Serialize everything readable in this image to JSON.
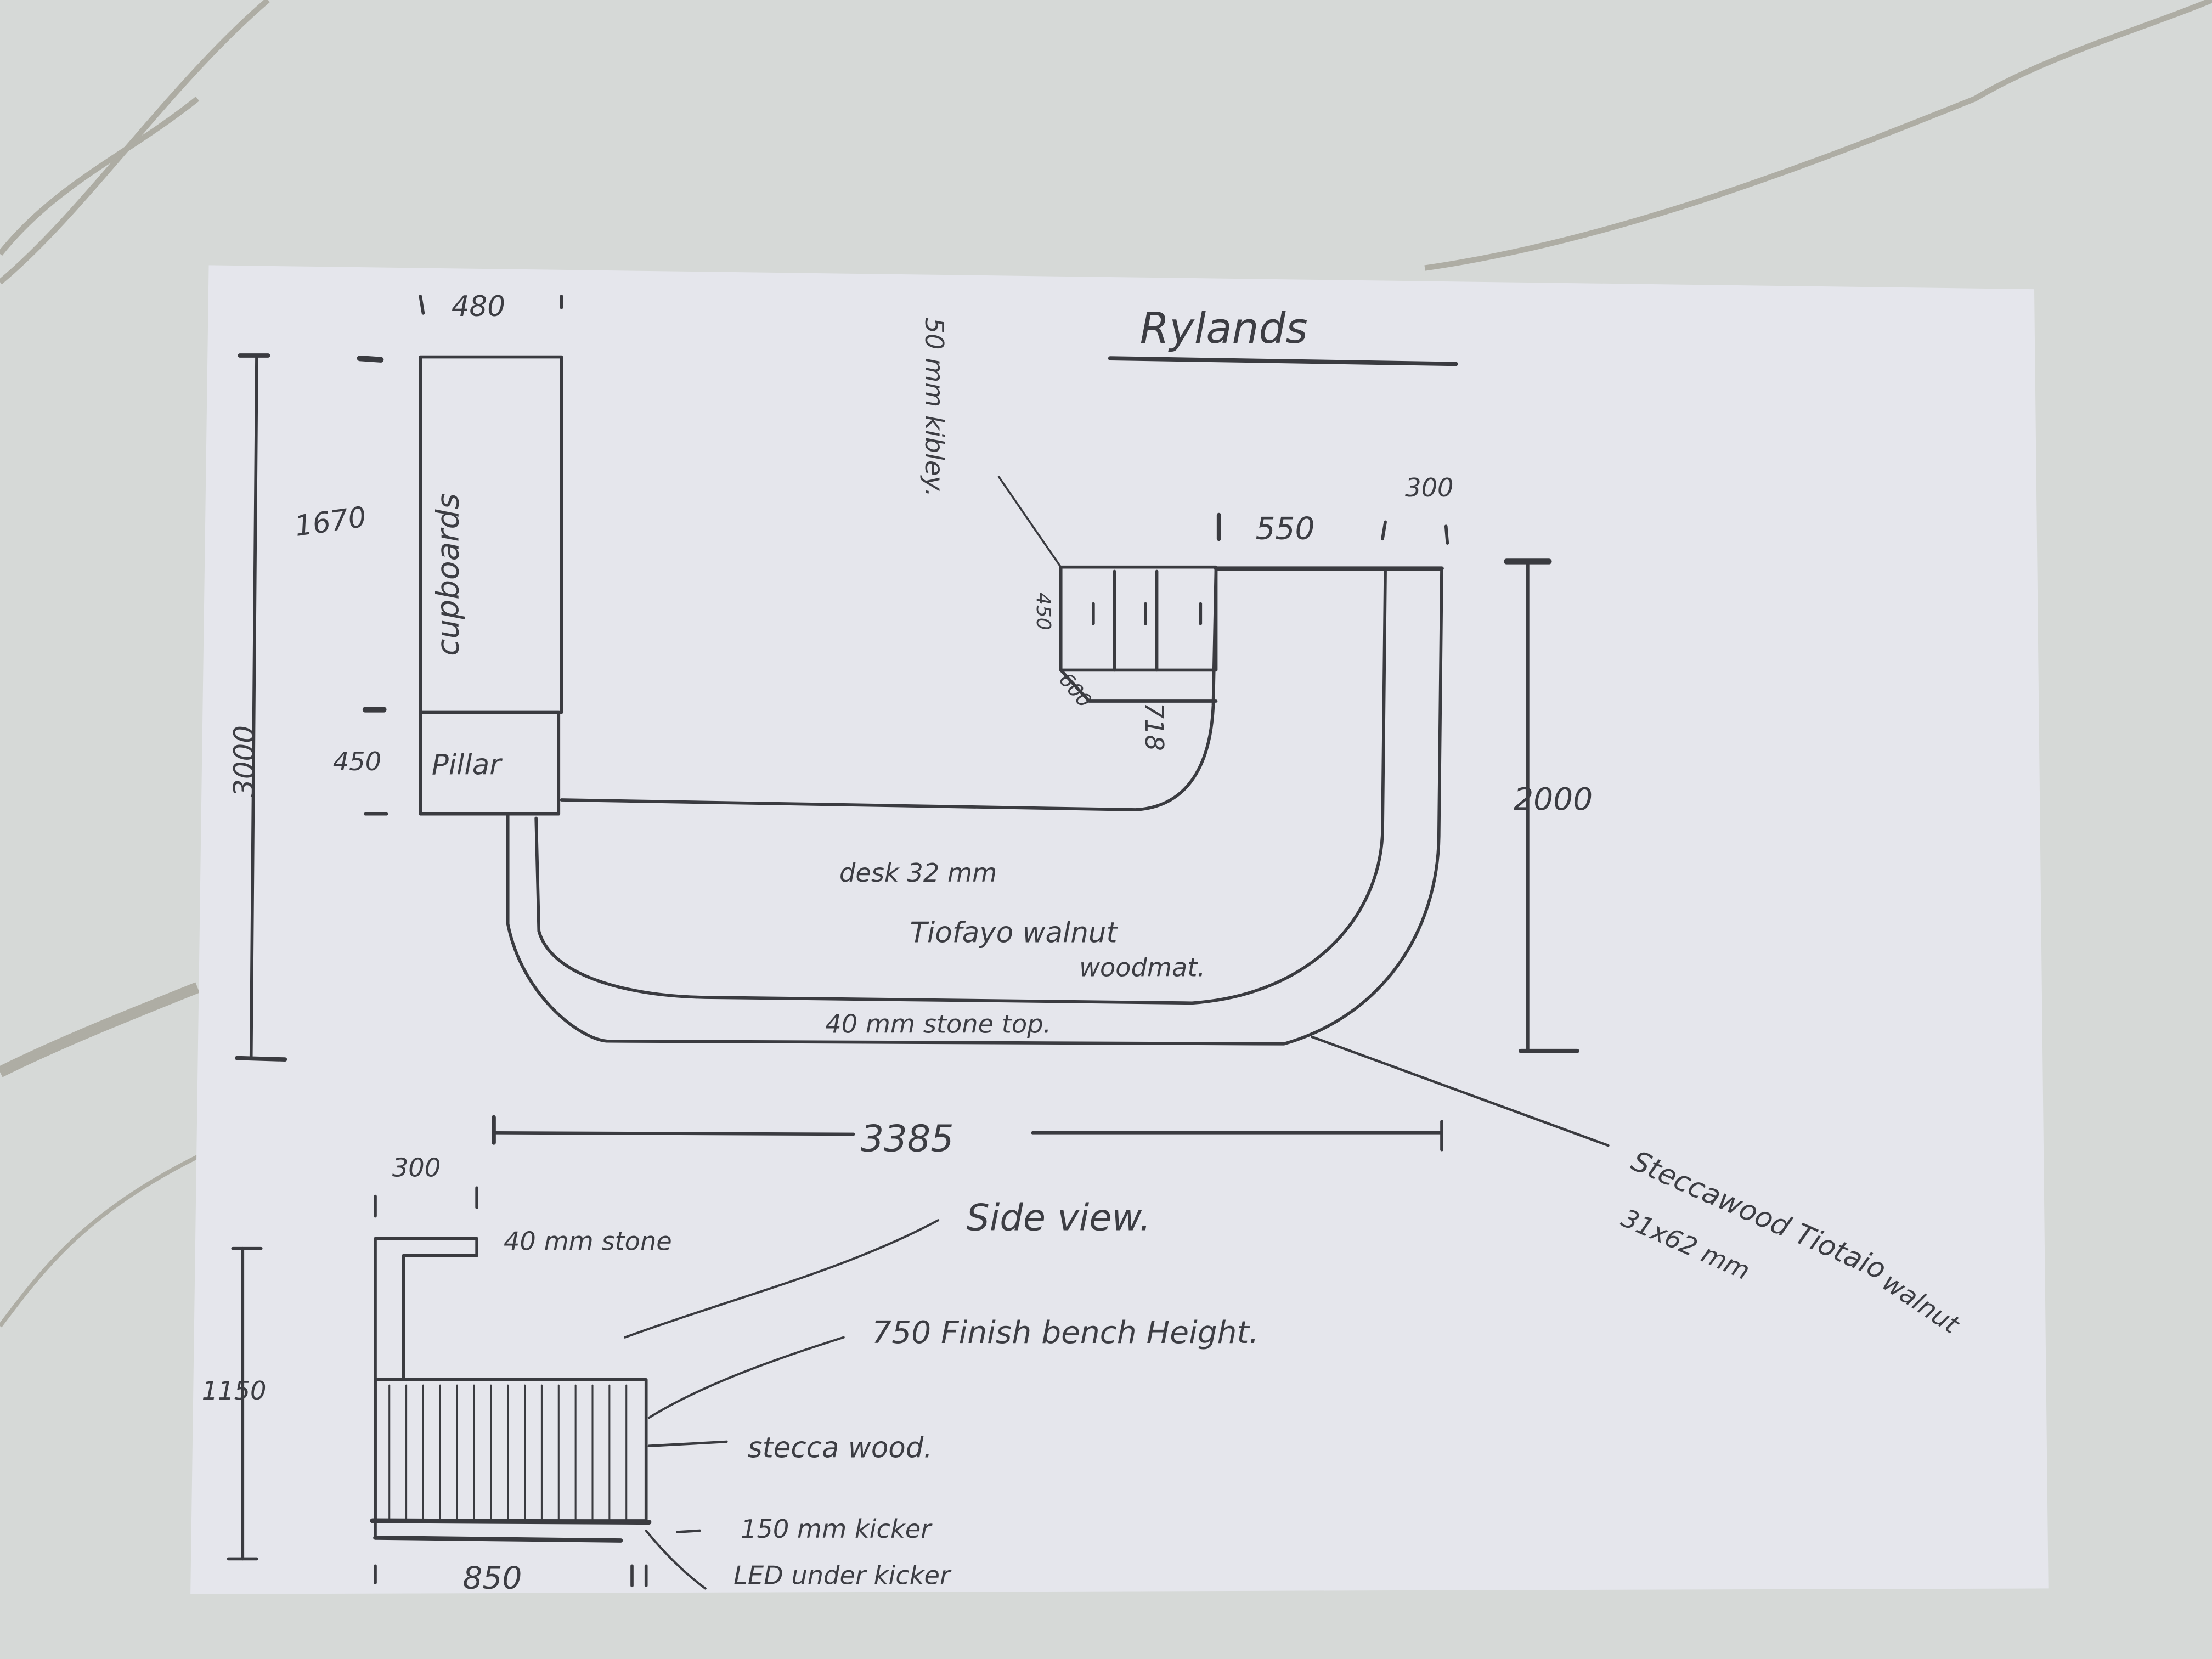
{
  "title": "Rylands",
  "plan": {
    "cupboard_width": "480",
    "cupboard_length": "1670",
    "cupboards_label": "cupboards",
    "pillar_length": "450",
    "pillar_label": "Pillar",
    "overall_depth": "3000",
    "cabinet_note": "50 mm kibley.",
    "cabinet_height": "450",
    "cabinet_depth": "600",
    "cabinet_width": "718",
    "return_width": "550",
    "stone_width": "300",
    "return_depth": "2000",
    "overall_width": "3385",
    "desk_line1": "desk  32 mm",
    "desk_line2": "Tiofayo  walnut",
    "desk_line3": "woodmat.",
    "stone_top": "40 mm  stone  top.",
    "stecca_line1": "Steccawood  Tiotaio",
    "stecca_line2": "31x62 mm",
    "stecca_line3": "walnut"
  },
  "side_view": {
    "title": "Side view.",
    "stone_width": "300",
    "stone_label": "40 mm stone",
    "bench_height_note": "750 Finish bench Height.",
    "cladding": "stecca wood.",
    "kicker": "150 mm kicker",
    "led": "LED under kicker",
    "total_height": "1150",
    "depth": "850"
  },
  "colors": {
    "paper": "#e5e6ec",
    "ink": "#3a3b40",
    "marble": "#d4d7d5"
  }
}
